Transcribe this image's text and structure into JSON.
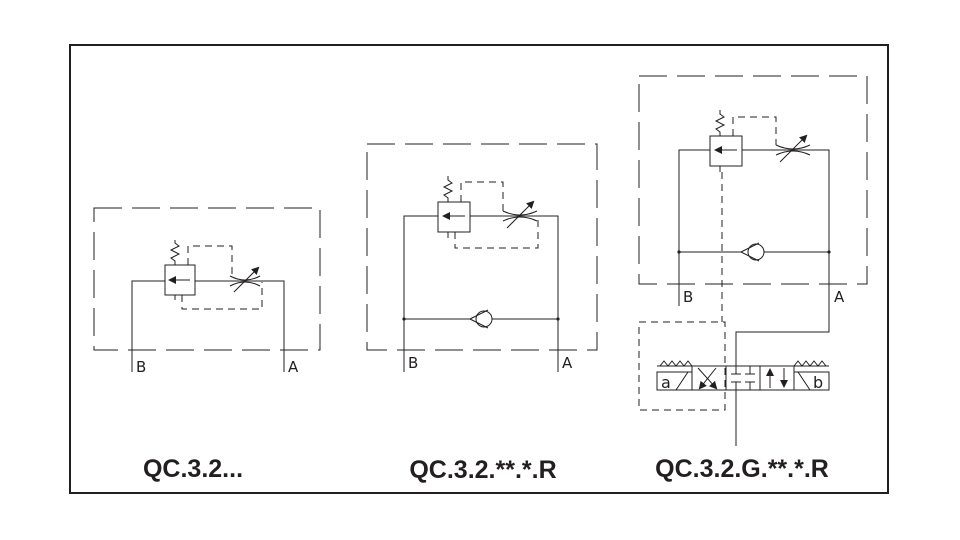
{
  "diagram": {
    "captions": [
      "QC.3.2...",
      "QC.3.2.**.*.R",
      "QC.3.2.G.**.*.R"
    ],
    "ports": {
      "b": "B",
      "a": "A"
    },
    "coils": {
      "a": "a",
      "b": "b"
    },
    "colors": {
      "line": "#231f20",
      "background": "#ffffff"
    }
  }
}
